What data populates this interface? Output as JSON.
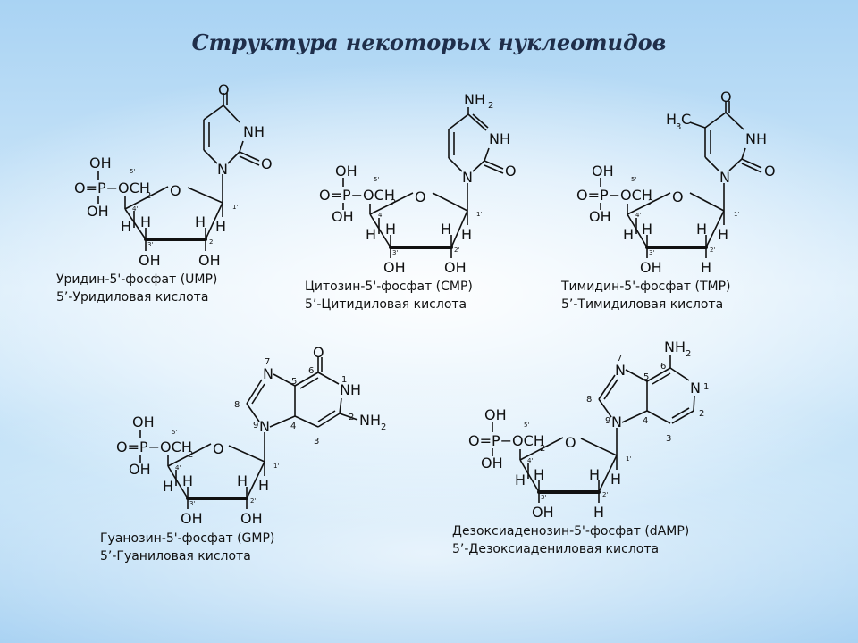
{
  "title": "Структура некоторых нуклеотидов",
  "labels": {
    "O": "O",
    "N": "N",
    "NH": "NH",
    "NH2": "NH",
    "two": "2",
    "OH": "OH",
    "H": "H",
    "OP": "O=P−OCH",
    "H3C": "H",
    "three": "3",
    "C": "C",
    "p1": "1'",
    "p2": "2'",
    "p3": "3'",
    "p4": "4'",
    "p5": "5'",
    "n1": "1",
    "n2": "2",
    "n3": "3",
    "n4": "4",
    "n5": "5",
    "n6": "6",
    "n7": "7",
    "n8": "8",
    "n9": "9"
  },
  "captions": {
    "ump": [
      "Уридин-5'-фосфат (UMP)",
      "5’-Уридиловая кислота"
    ],
    "cmp": [
      "Цитозин-5'-фосфат (CMP)",
      "5’-Цитидиловая кислота"
    ],
    "tmp": [
      "Тимидин-5'-фосфат (TMP)",
      "5’-Тимидиловая кислота"
    ],
    "gmp": [
      "Гуанозин-5'-фосфат (GMP)",
      "5’-Гуаниловая кислота"
    ],
    "damp": [
      "Дезоксиаденозин-5'-фосфат (dAMP)",
      "5’-Дезоксиадениловая кислота"
    ]
  }
}
